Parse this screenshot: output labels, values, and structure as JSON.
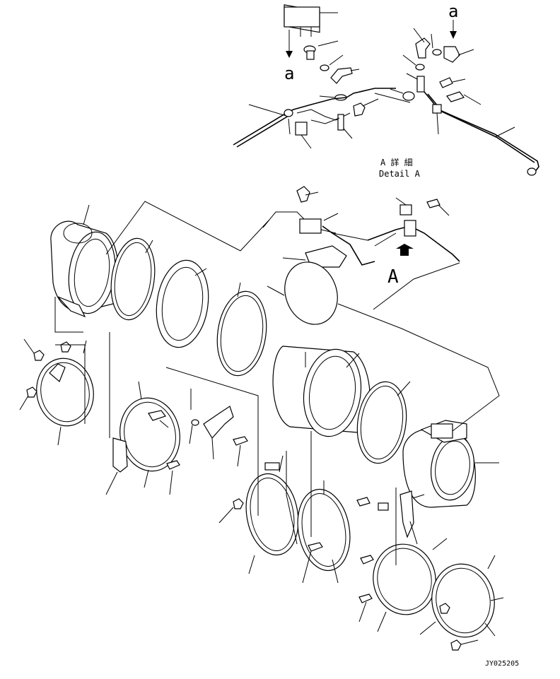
{
  "detail_label_a_upper": "a",
  "detail_label_a_lower": "a",
  "detail_heading_jp": "A 詳 細",
  "detail_heading_en": "Detail A",
  "view_marker": "A",
  "drawing_code": "JY025205"
}
